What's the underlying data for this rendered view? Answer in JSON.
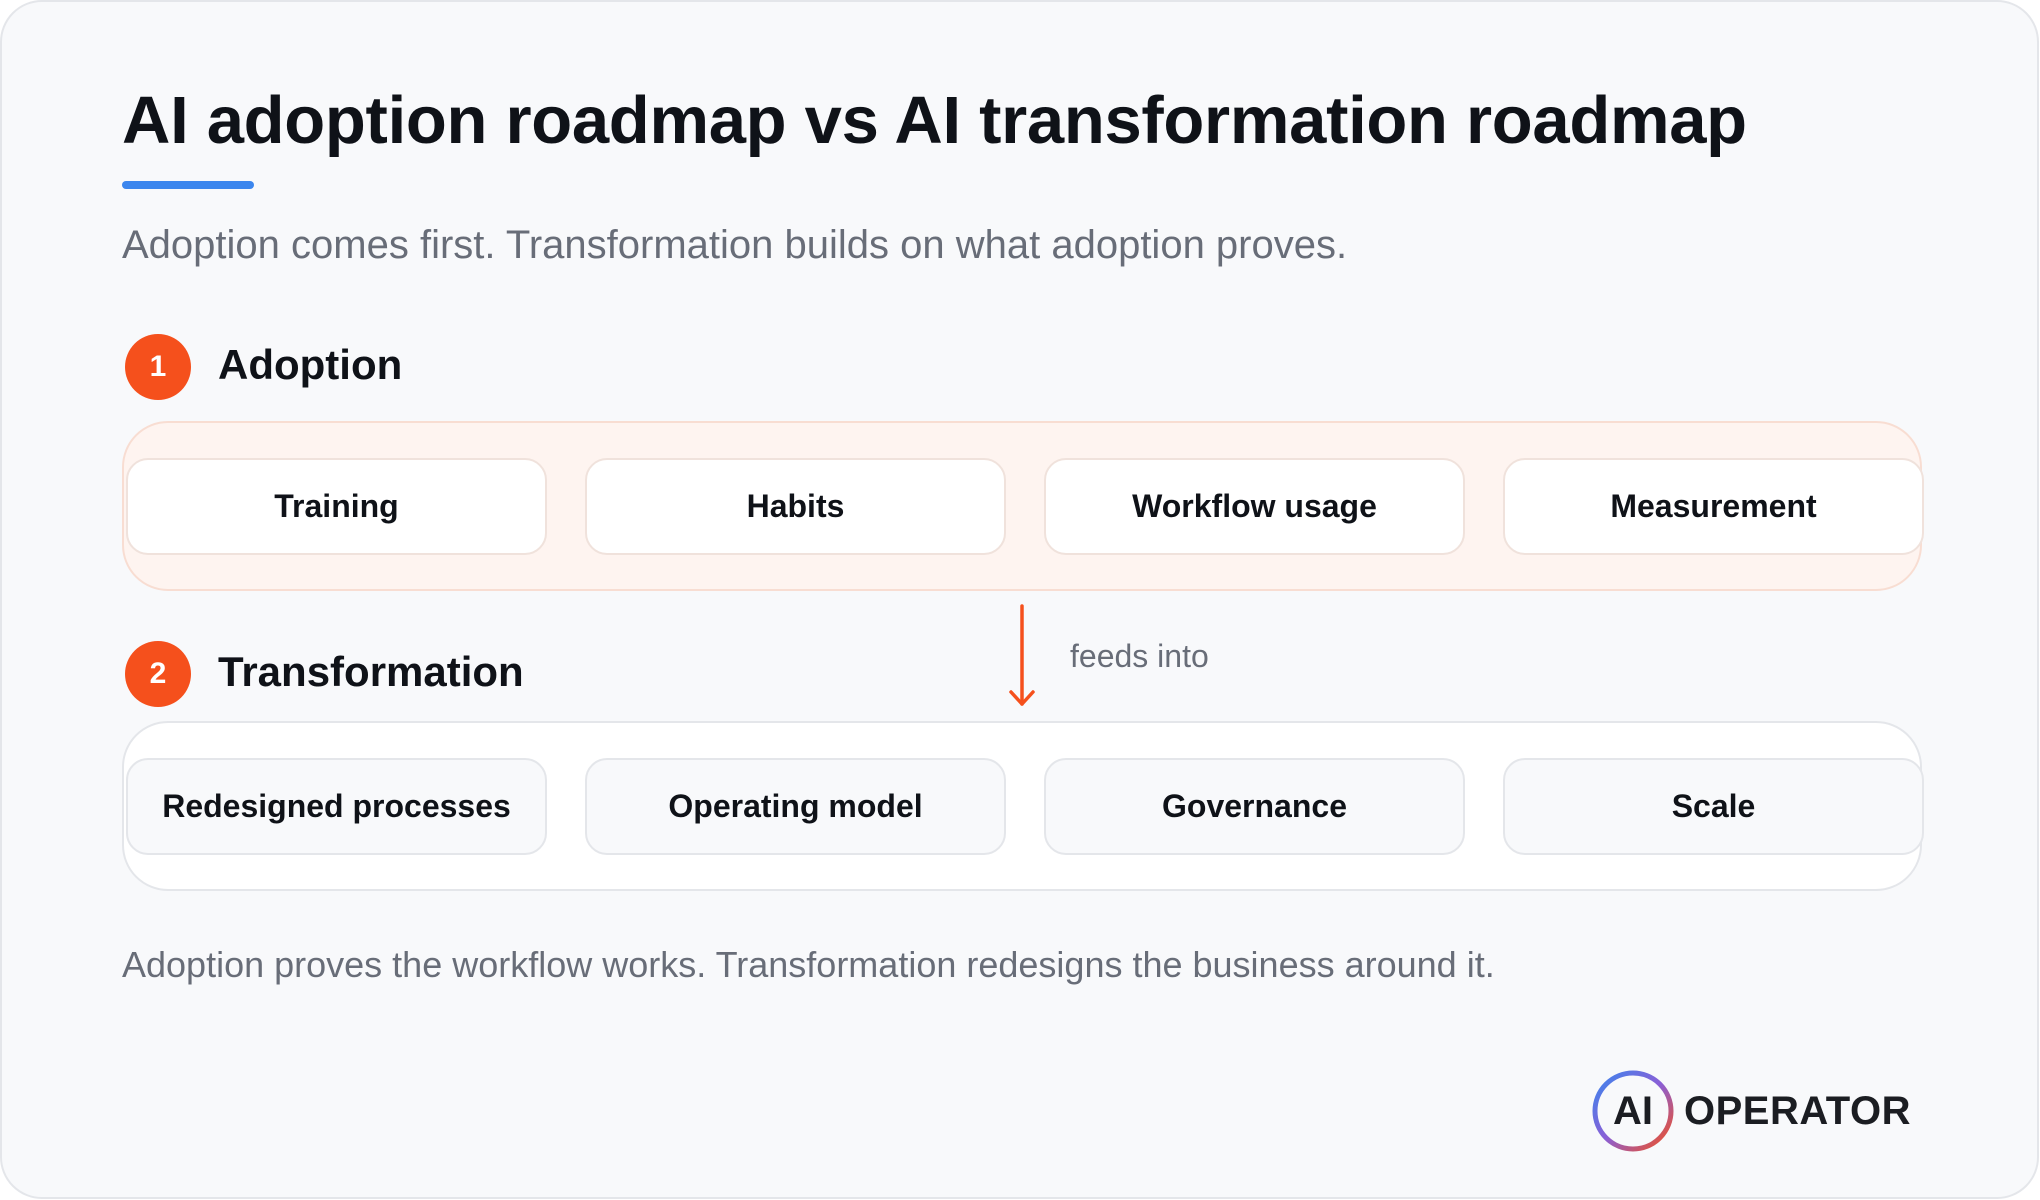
{
  "title": "AI adoption roadmap vs AI transformation roadmap",
  "subtitle": "Adoption comes first. Transformation builds on what adoption proves.",
  "colors": {
    "accent": "#f5501c",
    "underline": "#3b86ee",
    "adoption_fill": "#fef4f0"
  },
  "steps": [
    {
      "number": "1",
      "title": "Adoption",
      "items": [
        "Training",
        "Habits",
        "Workflow usage",
        "Measurement"
      ]
    },
    {
      "number": "2",
      "title": "Transformation",
      "items": [
        "Redesigned processes",
        "Operating model",
        "Governance",
        "Scale"
      ]
    }
  ],
  "connector": {
    "label": "feeds into",
    "icon": "arrow-down-icon"
  },
  "takeaway": "Adoption proves the workflow works. Transformation redesigns the business around it.",
  "logo": {
    "mark": "AI",
    "word": "OPERATOR"
  }
}
